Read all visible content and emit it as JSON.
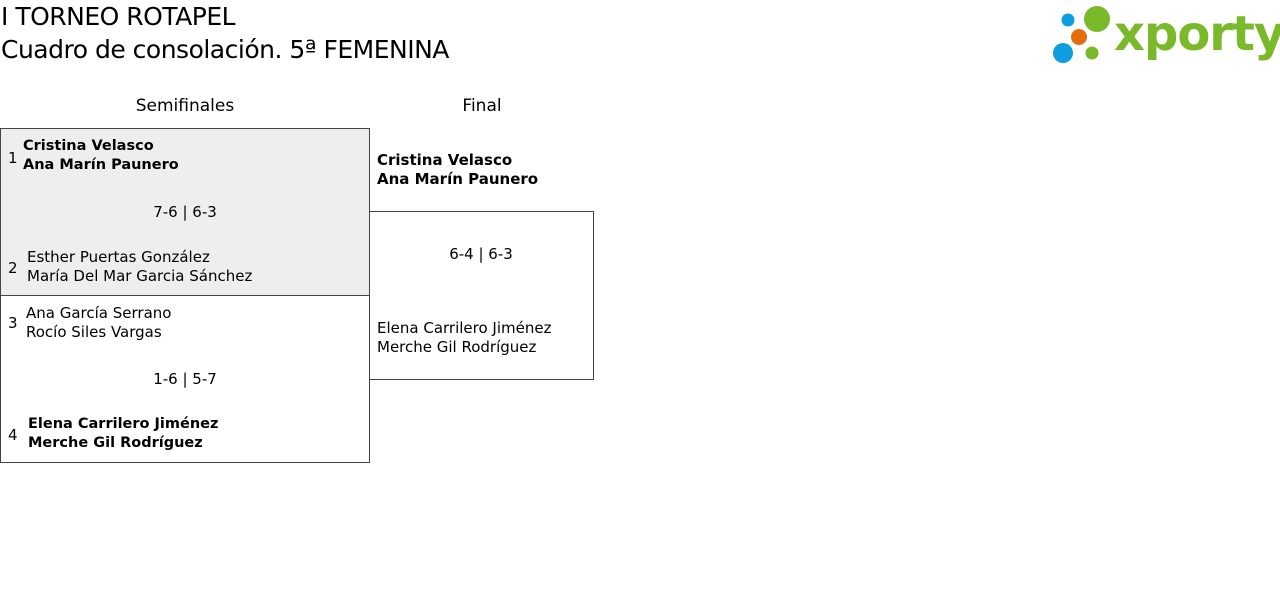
{
  "header": {
    "tournament": "I TORNEO ROTAPEL",
    "subtitle": "Cuadro de consolación. 5ª FEMENINA",
    "logo_text": "xporty"
  },
  "rounds": [
    "Semifinales",
    "Final"
  ],
  "semifinals": [
    {
      "top": {
        "seed": "1",
        "players": [
          "Cristina Velasco",
          "Ana Marín Paunero"
        ],
        "winner": true
      },
      "bottom": {
        "seed": "2",
        "players": [
          "Esther Puertas González",
          "María Del Mar Garcia Sánchez"
        ],
        "winner": false
      },
      "score": "7-6 | 6-3"
    },
    {
      "top": {
        "seed": "3",
        "players": [
          "Ana García Serrano",
          "Rocío Siles Vargas"
        ],
        "winner": false
      },
      "bottom": {
        "seed": "4",
        "players": [
          "Elena Carrilero Jiménez",
          "Merche Gil Rodríguez"
        ],
        "winner": true
      },
      "score": "1-6 | 5-7"
    }
  ],
  "final": {
    "top": {
      "players": [
        "Cristina Velasco",
        "Ana Marín Paunero"
      ],
      "winner": true
    },
    "bottom": {
      "players": [
        "Elena Carrilero Jiménez",
        "Merche Gil Rodríguez"
      ],
      "winner": false
    },
    "score": "6-4 | 6-3"
  },
  "colors": {
    "highlight_bg": "#eeeeee",
    "logo_green": "#7ab929",
    "logo_blue": "#0e9de0",
    "logo_orange": "#e46c0a"
  }
}
